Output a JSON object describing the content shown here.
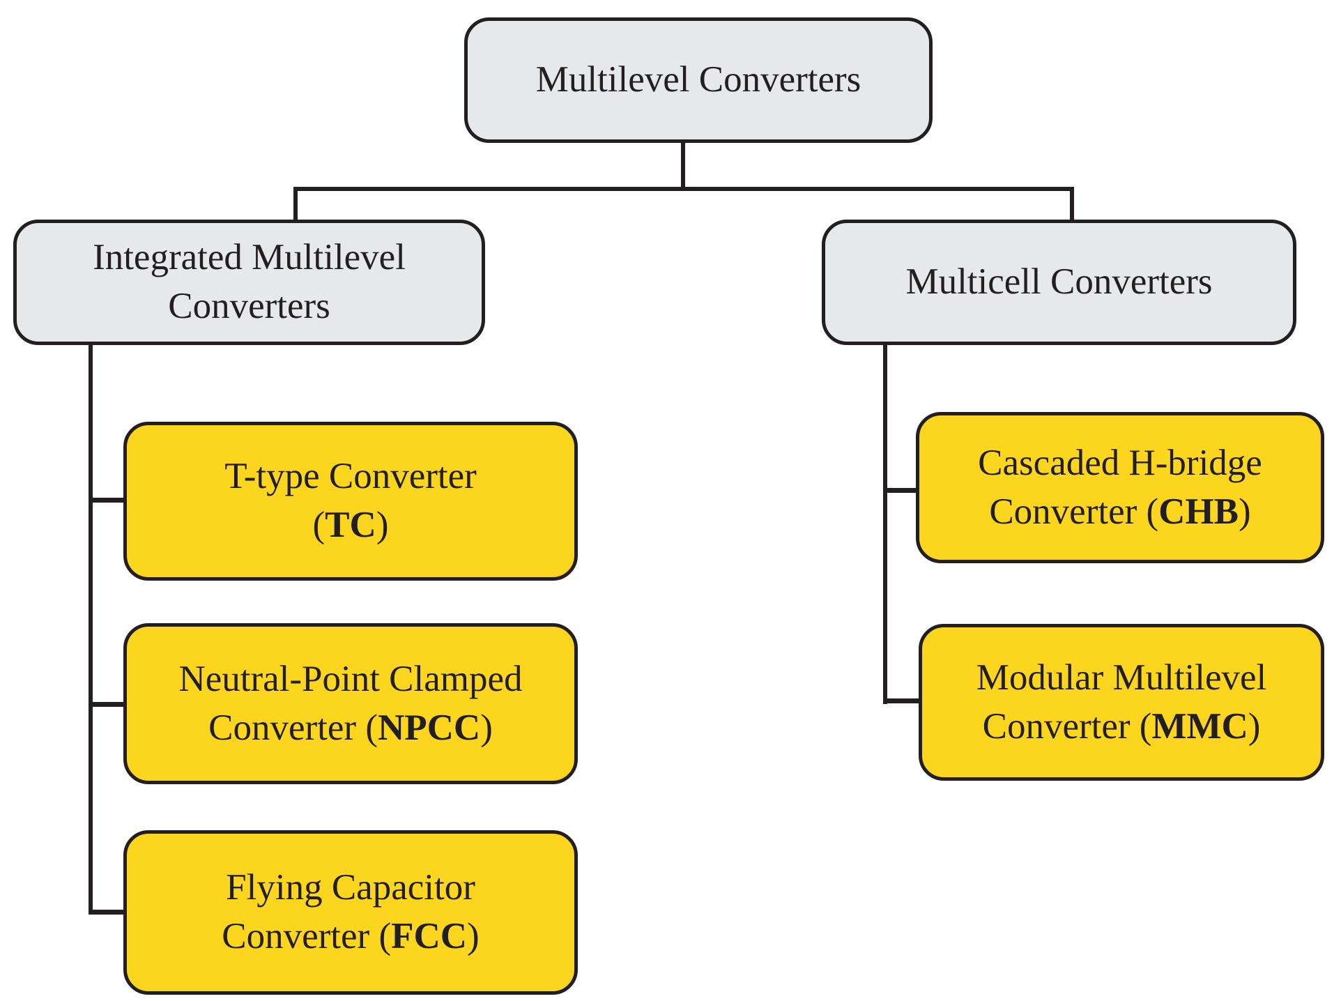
{
  "diagram": {
    "title": "Multilevel Converters",
    "colors": {
      "line": "#231f20",
      "category_fill": "#e7e8e9",
      "leaf_fill": "#fcd51f",
      "background": "#ffffff"
    },
    "nodes": {
      "root": {
        "label": "Multilevel Converters"
      },
      "integrated": {
        "line1": "Integrated Multilevel",
        "line2": "Converters"
      },
      "multicell": {
        "label": "Multicell Converters"
      },
      "tc": {
        "line1": "T-type Converter",
        "abbr_prefix": "(",
        "abbr": "TC",
        "abbr_suffix": ")"
      },
      "npcc": {
        "line1": "Neutral-Point Clamped",
        "abbr_prefix": "Converter (",
        "abbr": "NPCC",
        "abbr_suffix": ")"
      },
      "fcc": {
        "line1": "Flying Capacitor",
        "abbr_prefix": "Converter (",
        "abbr": "FCC",
        "abbr_suffix": ")"
      },
      "chb": {
        "line1": "Cascaded H-bridge",
        "abbr_prefix": "Converter (",
        "abbr": "CHB",
        "abbr_suffix": ")"
      },
      "mmc": {
        "line1": "Modular Multilevel",
        "abbr_prefix": "Converter (",
        "abbr": "MMC",
        "abbr_suffix": ")"
      }
    },
    "edges": [
      {
        "from": "Multilevel Converters",
        "to": "Integrated Multilevel Converters"
      },
      {
        "from": "Multilevel Converters",
        "to": "Multicell Converters"
      },
      {
        "from": "Integrated Multilevel Converters",
        "to": "T-type Converter (TC)"
      },
      {
        "from": "Integrated Multilevel Converters",
        "to": "Neutral-Point Clamped Converter (NPCC)"
      },
      {
        "from": "Integrated Multilevel Converters",
        "to": "Flying Capacitor Converter (FCC)"
      },
      {
        "from": "Multicell Converters",
        "to": "Cascaded H-bridge Converter (CHB)"
      },
      {
        "from": "Multicell Converters",
        "to": "Modular Multilevel Converter (MMC)"
      }
    ]
  }
}
